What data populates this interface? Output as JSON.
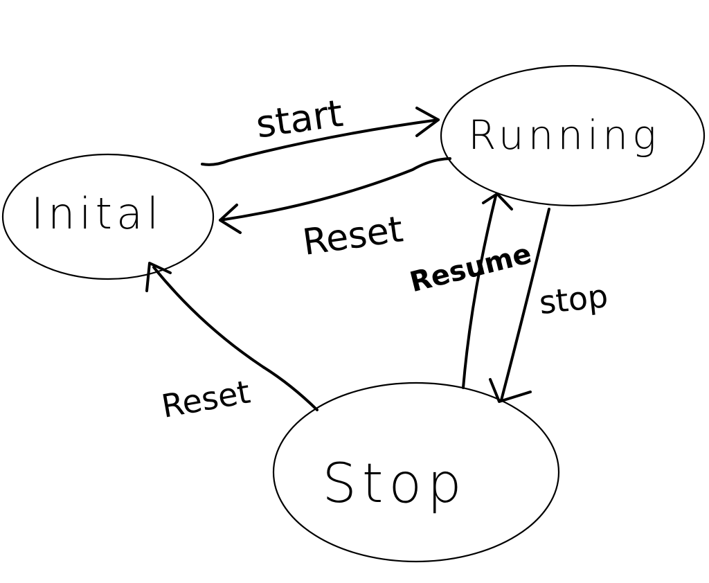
{
  "colors": {
    "background": "#ffffff",
    "ink": "#000000"
  },
  "states": {
    "initial": "Inital",
    "running": "Running",
    "stop": "Stop"
  },
  "transitions": {
    "start": "start",
    "reset_running_to_initial": "Reset",
    "resume": "Resume",
    "stop": "stop",
    "reset_stop_to_initial": "Reset"
  }
}
